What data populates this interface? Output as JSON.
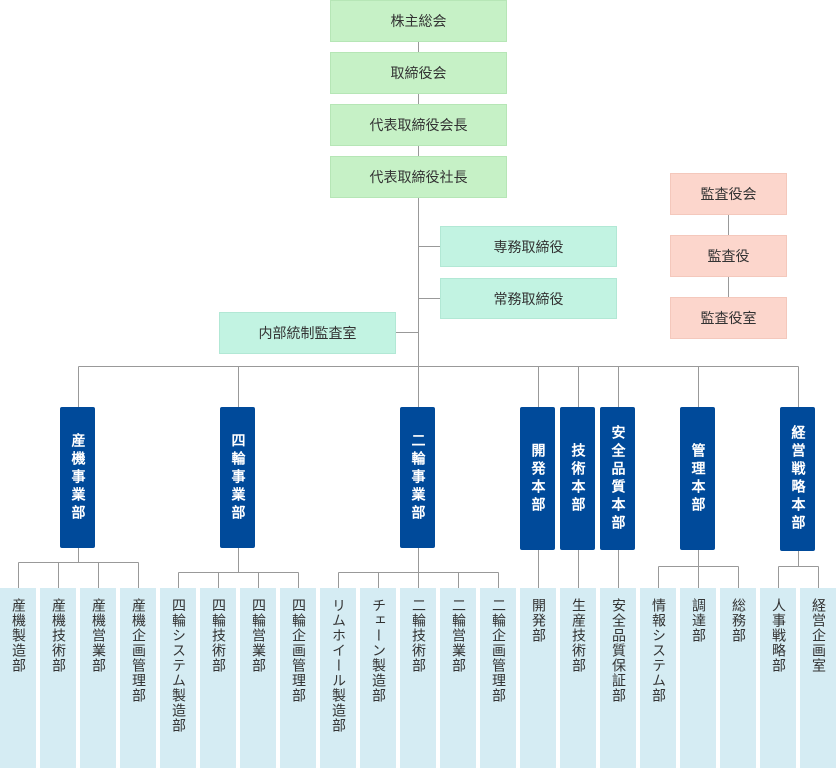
{
  "top": {
    "shareholders": "株主総会",
    "board": "取締役会",
    "chairman": "代表取締役会長",
    "president": "代表取締役社長"
  },
  "officers": {
    "senior_md": "専務取締役",
    "md": "常務取締役"
  },
  "audit": {
    "board": "監査役会",
    "auditor": "監査役",
    "office": "監査役室"
  },
  "internal_audit": "内部統制監査室",
  "divisions": [
    {
      "label": "産機事業部",
      "subs": [
        "産機製造部",
        "産機技術部",
        "産機営業部",
        "産機企画管理部"
      ]
    },
    {
      "label": "四輪事業部",
      "subs": [
        "四輪システム製造部",
        "四輪技術部",
        "四輪営業部",
        "四輪企画管理部"
      ]
    },
    {
      "label": "二輪事業部",
      "subs": [
        "リムホイール製造部",
        "チェーン製造部",
        "二輪技術部",
        "二輪営業部",
        "二輪企画管理部"
      ]
    },
    {
      "label": "開発本部",
      "subs": [
        "開発部"
      ]
    },
    {
      "label": "技術本部",
      "subs": [
        "生産技術部"
      ]
    },
    {
      "label": "安全品質本部",
      "subs": [
        "安全品質保証部"
      ]
    },
    {
      "label": "管理本部",
      "subs": [
        "情報システム部",
        "調達部",
        "総務部"
      ]
    },
    {
      "label": "経営戦略本部",
      "subs": [
        "人事戦略部",
        "経営企画室"
      ]
    }
  ]
}
